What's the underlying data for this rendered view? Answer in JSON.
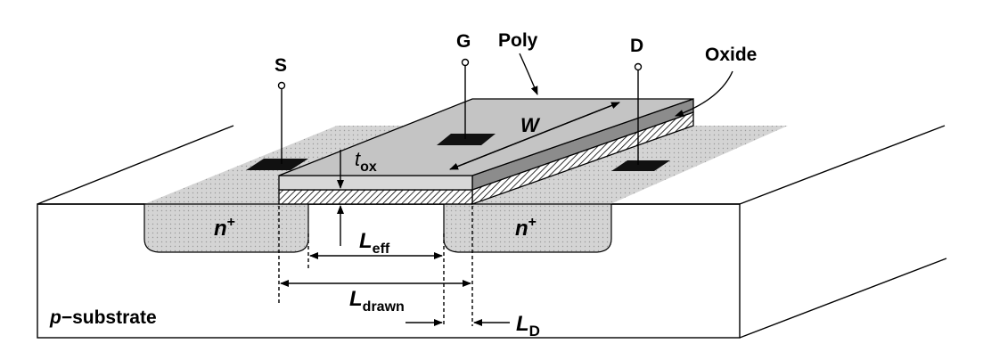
{
  "terminals": {
    "source": "S",
    "gate": "G",
    "drain": "D"
  },
  "layers": {
    "poly": "Poly",
    "oxide": "Oxide"
  },
  "regions": {
    "n_plus": "n",
    "n_plus_sup": "+",
    "substrate_prefix": "p",
    "substrate_suffix": "−substrate"
  },
  "dimensions": {
    "width": "W",
    "tox_main": "t",
    "tox_sub": "ox",
    "leff_main": "L",
    "leff_sub": "eff",
    "ldrawn_main": "L",
    "ldrawn_sub": "drawn",
    "ld_main": "L",
    "ld_sub": "D"
  },
  "colors": {
    "diffusion_fill": "#d2d2d2",
    "poly_top": "#c4c4c4",
    "poly_side": "#8c8c8c",
    "stroke": "#000000"
  }
}
